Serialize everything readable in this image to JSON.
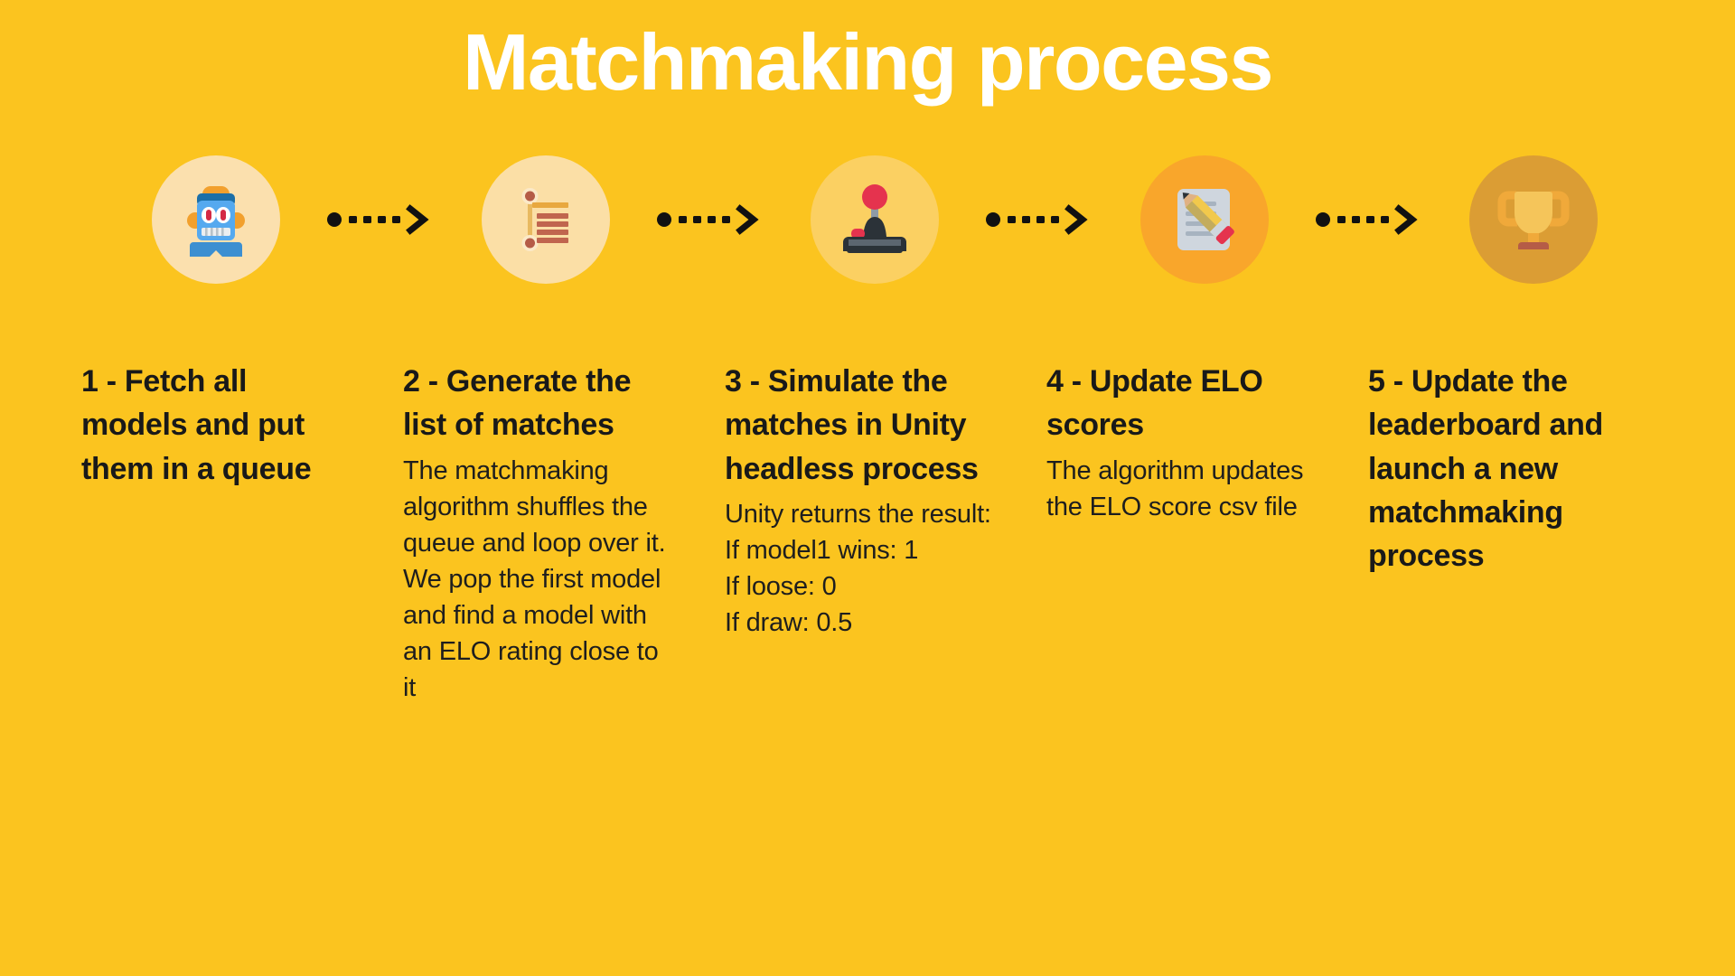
{
  "theme": {
    "background": "#FBC41F",
    "title_color": "#FFFFFF",
    "text_color": "#191919",
    "arrow_color": "#111111"
  },
  "header": {
    "title": "Matchmaking process"
  },
  "icons": [
    {
      "name": "robot-icon",
      "label": "robot",
      "circle_color": "#FBE0AE"
    },
    {
      "name": "checklist-icon",
      "label": "checklist",
      "circle_color": "#FBDFA6"
    },
    {
      "name": "joystick-icon",
      "label": "joystick",
      "circle_color": "#FBD062"
    },
    {
      "name": "notepad-pencil-icon",
      "label": "notepad with pencil",
      "circle_color": "#F9A62B"
    },
    {
      "name": "trophy-icon",
      "label": "trophy",
      "circle_color": "#DB9D34"
    }
  ],
  "arrows": [
    {
      "name": "arrow-1-to-2"
    },
    {
      "name": "arrow-2-to-3"
    },
    {
      "name": "arrow-3-to-4"
    },
    {
      "name": "arrow-4-to-5"
    }
  ],
  "steps": [
    {
      "number": "1",
      "heading": "1 - Fetch all models and put them in a queue",
      "body": ""
    },
    {
      "number": "2",
      "heading": "2 - Generate the list of matches",
      "body": "The matchmaking algorithm shuffles the queue and loop over it.\nWe pop the first model and find a model with an ELO rating close to it"
    },
    {
      "number": "3",
      "heading": "3 - Simulate the matches in Unity headless process",
      "body": "Unity returns the result:\nIf model1 wins: 1\nIf loose: 0\nIf draw: 0.5"
    },
    {
      "number": "4",
      "heading": "4 - Update ELO scores",
      "body": "The algorithm updates the ELO score csv file"
    },
    {
      "number": "5",
      "heading": "5 - Update the leaderboard and launch a new matchmaking process",
      "body": ""
    }
  ]
}
